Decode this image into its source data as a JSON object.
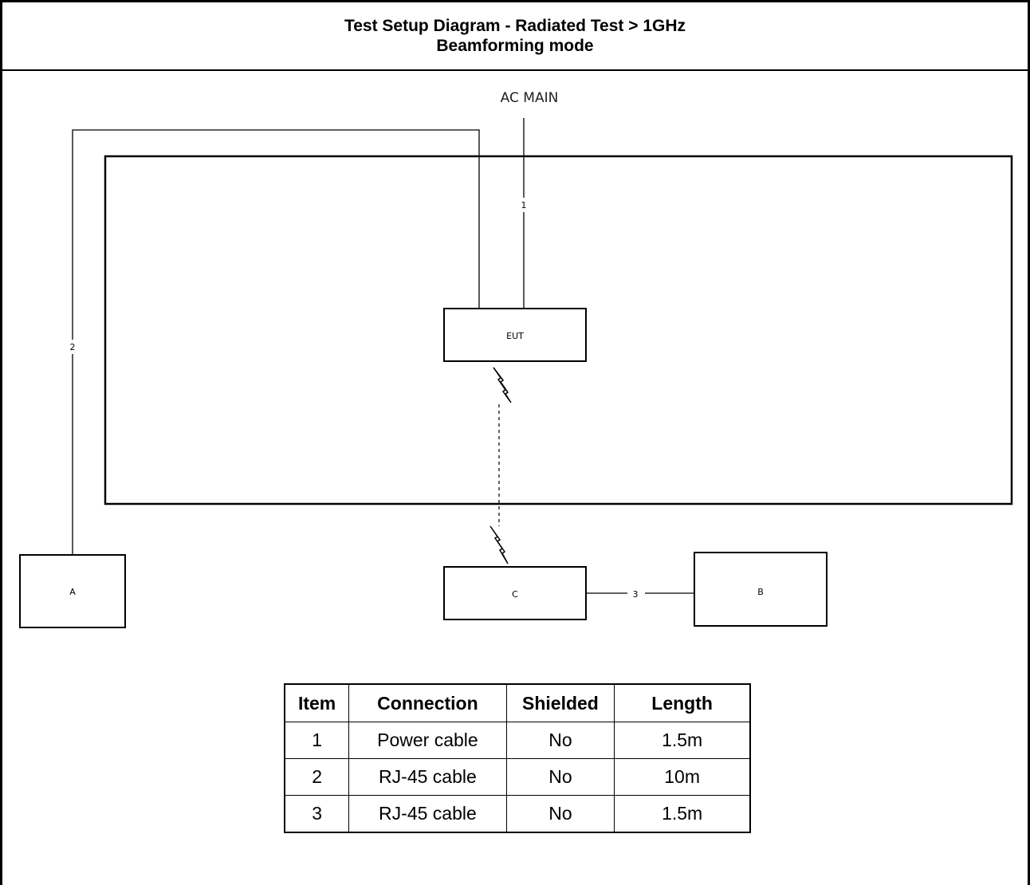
{
  "header": {
    "title": "Test Setup Diagram - Radiated Test > 1GHz",
    "subtitle": "Beamforming mode"
  },
  "diagram": {
    "ac_main_label": "AC MAIN",
    "nodes": {
      "eut": "EUT",
      "a": "A",
      "b": "B",
      "c": "C"
    },
    "cable_labels": {
      "cable1": "1",
      "cable2": "2",
      "cable3": "3"
    }
  },
  "table": {
    "headers": [
      "Item",
      "Connection",
      "Shielded",
      "Length"
    ],
    "rows": [
      [
        "1",
        "Power cable",
        "No",
        "1.5m"
      ],
      [
        "2",
        "RJ-45 cable",
        "No",
        "10m"
      ],
      [
        "3",
        "RJ-45 cable",
        "No",
        "1.5m"
      ]
    ]
  }
}
